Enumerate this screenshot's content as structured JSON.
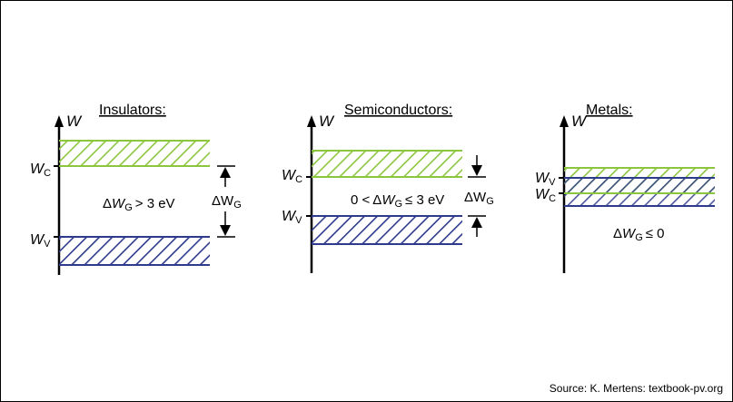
{
  "panels": {
    "insulators": {
      "title": "Insulators:",
      "gap_relation": "> 3 eV"
    },
    "semiconductors": {
      "title": "Semiconductors:",
      "gap_prefix": "0 <",
      "gap_relation": "≤ 3 eV"
    },
    "metals": {
      "title": "Metals:",
      "gap_relation": "≤ 0"
    }
  },
  "symbols": {
    "energy": "W",
    "delta": "Δ",
    "conduction_sub": "C",
    "valence_sub": "V",
    "gap_sub": "G"
  },
  "colors": {
    "conduction_band": "#8cc63f",
    "valence_band": "#2e3a8c",
    "line": "#000000"
  },
  "source": "Source: K. Mertens: textbook-pv.org"
}
